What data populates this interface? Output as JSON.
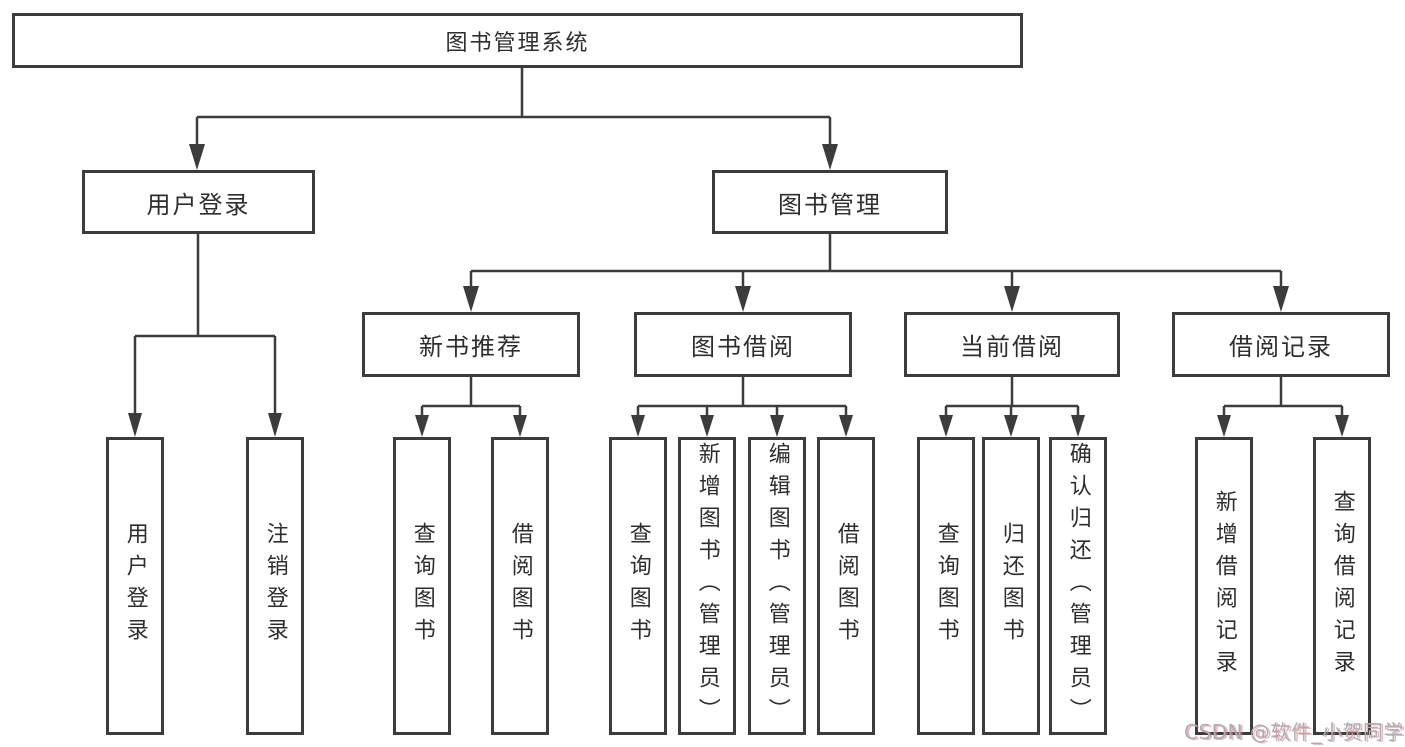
{
  "tree": {
    "label": "图书管理系统",
    "children": [
      {
        "label": "用户登录",
        "children": [
          {
            "label": "用户登录"
          },
          {
            "label": "注销登录"
          }
        ]
      },
      {
        "label": "图书管理",
        "children": [
          {
            "label": "新书推荐",
            "children": [
              {
                "label": "查询图书"
              },
              {
                "label": "借阅图书"
              }
            ]
          },
          {
            "label": "图书借阅",
            "children": [
              {
                "label": "查询图书"
              },
              {
                "label": "新增图书（管理员）"
              },
              {
                "label": "编辑图书（管理员）"
              },
              {
                "label": "借阅图书"
              }
            ]
          },
          {
            "label": "当前借阅",
            "children": [
              {
                "label": "查询图书"
              },
              {
                "label": "归还图书"
              },
              {
                "label": "确认归还（管理员）"
              }
            ]
          },
          {
            "label": "借阅记录",
            "children": [
              {
                "label": "新增借阅记录"
              },
              {
                "label": "查询借阅记录"
              }
            ]
          }
        ]
      }
    ]
  },
  "watermark": {
    "text": "CSDN @软件_小贺同学"
  },
  "colors": {
    "line": "#3c3c3c",
    "box_border": "#3c3c3c",
    "box_fill": "#ffffff",
    "text": "#2e2e2e",
    "watermark_text": "#aeaeb2",
    "background": "#ffffff"
  }
}
